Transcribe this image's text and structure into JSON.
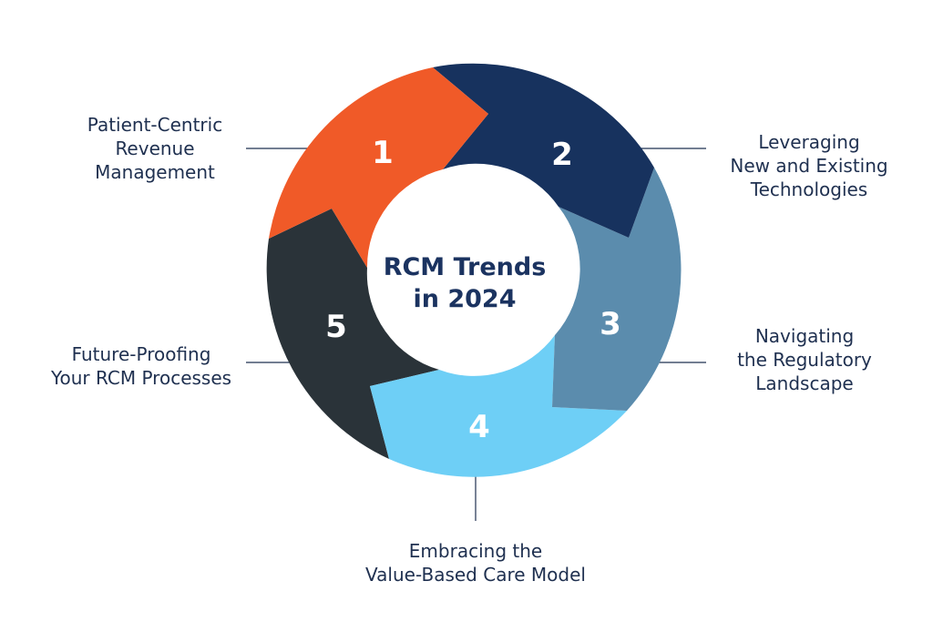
{
  "center": {
    "line1": "RCM Trends",
    "line2": "in 2024"
  },
  "steps": [
    {
      "number": "1",
      "label": [
        "Patient-Centric",
        "Revenue",
        "Management"
      ],
      "color": "#f05a28"
    },
    {
      "number": "2",
      "label": [
        "Leveraging",
        "New and Existing",
        "Technologies"
      ],
      "color": "#17325e"
    },
    {
      "number": "3",
      "label": [
        "Navigating",
        "the Regulatory",
        "Landscape"
      ],
      "color": "#5b8cad"
    },
    {
      "number": "4",
      "label": [
        "Embracing the",
        "Value-Based Care Model"
      ],
      "color": "#6ecff6"
    },
    {
      "number": "5",
      "label": [
        "Future-Proofing",
        "Your RCM Processes"
      ],
      "color": "#2a3339"
    }
  ],
  "colors": {
    "connector": "#1f3050",
    "text": "#1f3050",
    "title": "#1b3360"
  }
}
